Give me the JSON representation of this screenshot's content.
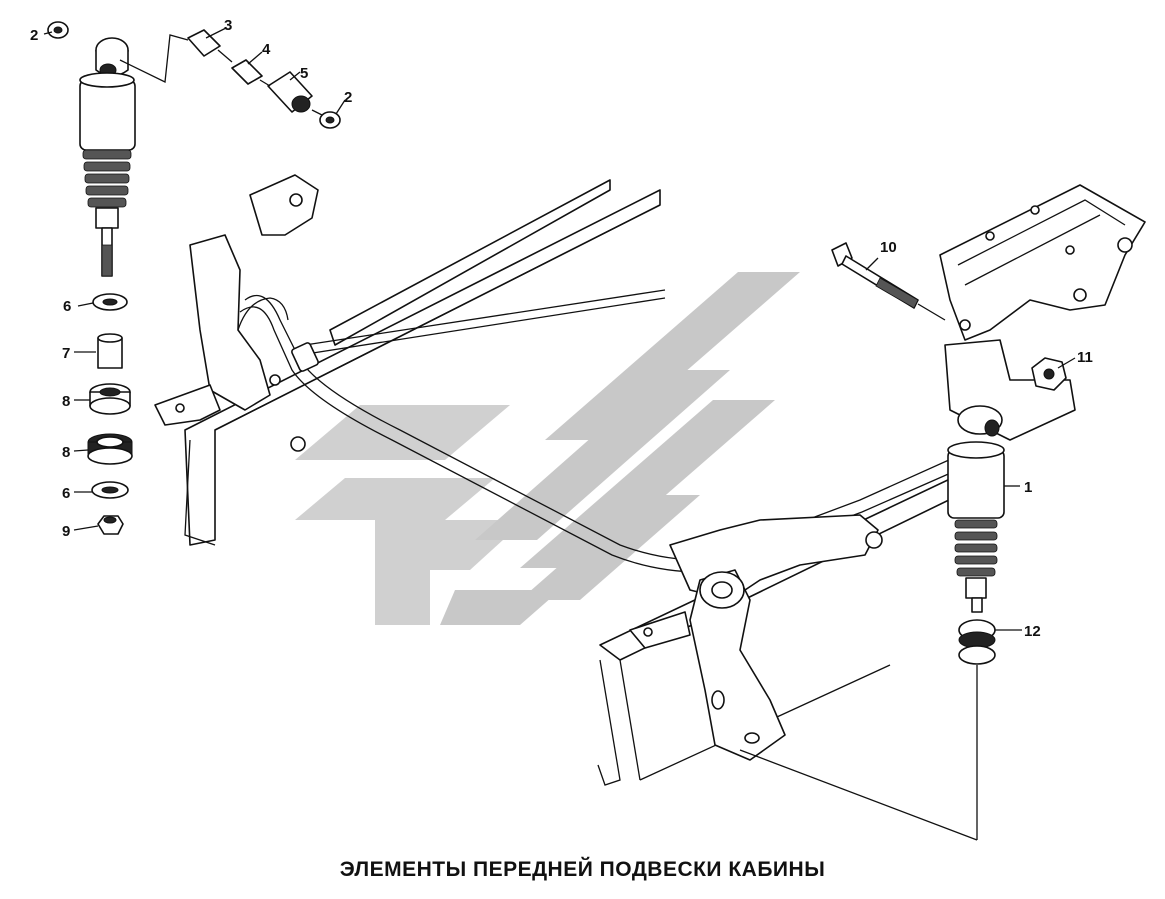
{
  "caption": "ЭЛЕМЕНТЫ ПЕРЕДНЕЙ ПОДВЕСКИ КАБИНЫ",
  "callouts": {
    "c1": "1",
    "c2a": "2",
    "c2b": "2",
    "c3": "3",
    "c4": "4",
    "c5": "5",
    "c6a": "6",
    "c6b": "6",
    "c7": "7",
    "c8a": "8",
    "c8b": "8",
    "c9": "9",
    "c10": "10",
    "c11": "11",
    "c12": "12"
  },
  "colors": {
    "watermark": "#c8c8c8",
    "ink": "#111111",
    "background": "#ffffff"
  }
}
